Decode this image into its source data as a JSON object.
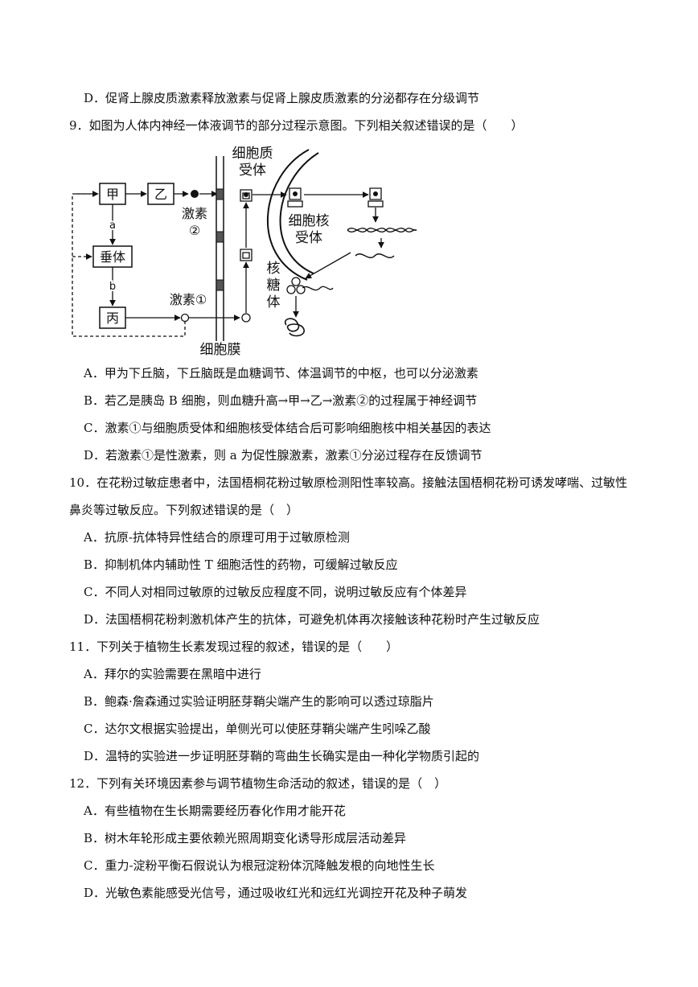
{
  "q8": {
    "optD": "D．促肾上腺皮质激素释放激素与促肾上腺皮质激素的分泌都存在分级调节"
  },
  "q9": {
    "stem": "9．如图为人体内神经一体液调节的部分过程示意图。下列相关叙述错误的是（　　）",
    "diagram": {
      "box_jia": "甲",
      "box_yi": "乙",
      "box_chuiti": "垂体",
      "box_bing": "丙",
      "arrow_a": "a",
      "arrow_b": "b",
      "hormone2_l1": "激素",
      "hormone2_l2": "②",
      "hormone1": "激素①",
      "cytoplasm_receptor_l1": "细胞质",
      "cytoplasm_receptor_l2": "受体",
      "nuclear_receptor_l1": "细胞核",
      "nuclear_receptor_l2": "受体",
      "ribosome_l1": "核",
      "ribosome_l2": "糖",
      "ribosome_l3": "体",
      "membrane": "细胞膜"
    },
    "optA": "A．甲为下丘脑，下丘脑既是血糖调节、体温调节的中枢，也可以分泌激素",
    "optB": "B．若乙是胰岛 B 细胞，则血糖升高→甲→乙→激素②的过程属于神经调节",
    "optC": "C．激素①与细胞质受体和细胞核受体结合后可影响细胞核中相关基因的表达",
    "optD": "D．若激素①是性激素，则 a 为促性腺激素，激素①分泌过程存在反馈调节"
  },
  "q10": {
    "stem_l1": "10．在花粉过敏症患者中，法国梧桐花粉过敏原检测阳性率较高。接触法国梧桐花粉可诱发哮喘、过敏性",
    "stem_l2": "鼻炎等过敏反应。下列叙述错误的是（　）",
    "optA": "A．抗原-抗体特异性结合的原理可用于过敏原检测",
    "optB": "B．抑制机体内辅助性 T 细胞活性的药物，可缓解过敏反应",
    "optC": "C．不同人对相同过敏原的过敏反应程度不同，说明过敏反应有个体差异",
    "optD": "D．法国梧桐花粉刺激机体产生的抗体，可避免机体再次接触该种花粉时产生过敏反应"
  },
  "q11": {
    "stem": "11．下列关于植物生长素发现过程的叙述，错误的是（　　）",
    "optA": "A．拜尔的实验需要在黑暗中进行",
    "optB": "B．鲍森·詹森通过实验证明胚芽鞘尖端产生的影响可以透过琼脂片",
    "optC": "C．达尔文根据实验提出，单侧光可以使胚芽鞘尖端产生吲哚乙酸",
    "optD": "D．温特的实验进一步证明胚芽鞘的弯曲生长确实是由一种化学物质引起的"
  },
  "q12": {
    "stem": "12．下列有关环境因素参与调节植物生命活动的叙述，错误的是（　）",
    "optA": "A．有些植物在生长期需要经历春化作用才能开花",
    "optB": "B．树木年轮形成主要依赖光照周期变化诱导形成层活动差异",
    "optC": "C．重力-淀粉平衡石假说认为根冠淀粉体沉降触发根的向地性生长",
    "optD": "D．光敏色素能感受光信号，通过吸收红光和远红光调控开花及种子萌发"
  }
}
